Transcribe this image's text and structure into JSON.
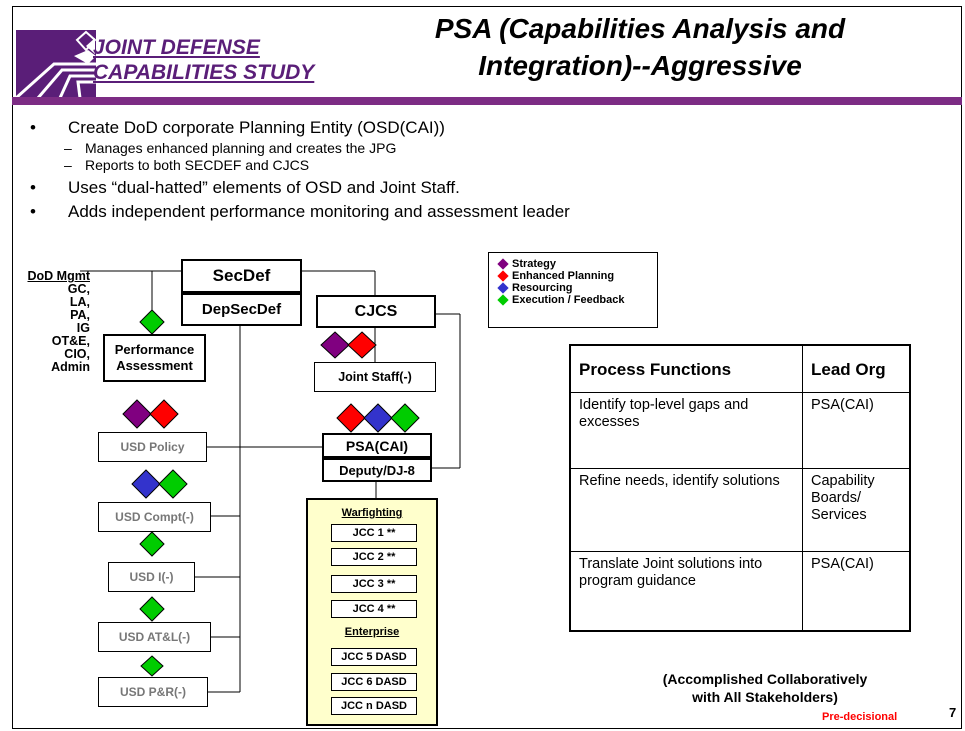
{
  "header": {
    "logo_line1": "JOINT DEFENSE",
    "logo_line2": "CAPABILITIES STUDY",
    "title_line1": "PSA (Capabilities Analysis and",
    "title_line2": "Integration)--Aggressive",
    "brand_color": "#7c2c84"
  },
  "bullets": {
    "marker": "•",
    "dash": "–",
    "b1": "Create DoD corporate Planning Entity  (OSD(CAI))",
    "b1_sub1": "Manages enhanced planning and creates the JPG",
    "b1_sub2": "Reports to both SECDEF and CJCS",
    "b2": "Uses “dual-hatted” elements of OSD and Joint Staff.",
    "b3": "Adds independent performance monitoring and assessment leader"
  },
  "org": {
    "dod_mgmt": "DoD Mgmt",
    "dod_list": [
      "GC,",
      "LA,",
      "PA,",
      "IG",
      "OT&E,",
      "CIO,",
      "Admin"
    ],
    "secdef": "SecDef",
    "depsecdef": "DepSecDef",
    "cjcs": "CJCS",
    "joint_staff": "Joint Staff(-)",
    "perf_line1": "Performance",
    "perf_line2": "Assessment",
    "psa": "PSA(CAI)",
    "deputy": "Deputy/DJ-8",
    "usd_policy": "USD Policy",
    "usd_compt": "USD Compt(-)",
    "usd_i": "USD I(-)",
    "usd_atl": "USD AT&L(-)",
    "usd_pr": "USD P&R(-)",
    "warfighting": "Warfighting",
    "enterprise": "Enterprise",
    "jcc": [
      "JCC 1 **",
      "JCC 2 **",
      "JCC 3 **",
      "JCC 4 **",
      "JCC 5 DASD",
      "JCC 6 DASD",
      "JCC n DASD"
    ]
  },
  "legend": {
    "items": [
      {
        "label": "Strategy",
        "color": "#800080"
      },
      {
        "label": "Enhanced Planning",
        "color": "#ff0000"
      },
      {
        "label": "Resourcing",
        "color": "#3333cc"
      },
      {
        "label": "Execution / Feedback",
        "color": "#00cc00"
      }
    ]
  },
  "table": {
    "headers": [
      "Process Functions",
      "Lead Org"
    ],
    "rows": [
      {
        "function": "Identify top-level gaps and excesses",
        "lead": "PSA(CAI)"
      },
      {
        "function": "Refine needs, identify solutions",
        "lead": "Capability Boards/ Services"
      },
      {
        "function": "Translate Joint solutions into program guidance",
        "lead": "PSA(CAI)"
      }
    ]
  },
  "footer": {
    "note_line1": "(Accomplished Collaboratively",
    "note_line2": "with All Stakeholders)",
    "predecisional": "Pre-decisional",
    "page_number": "7"
  }
}
